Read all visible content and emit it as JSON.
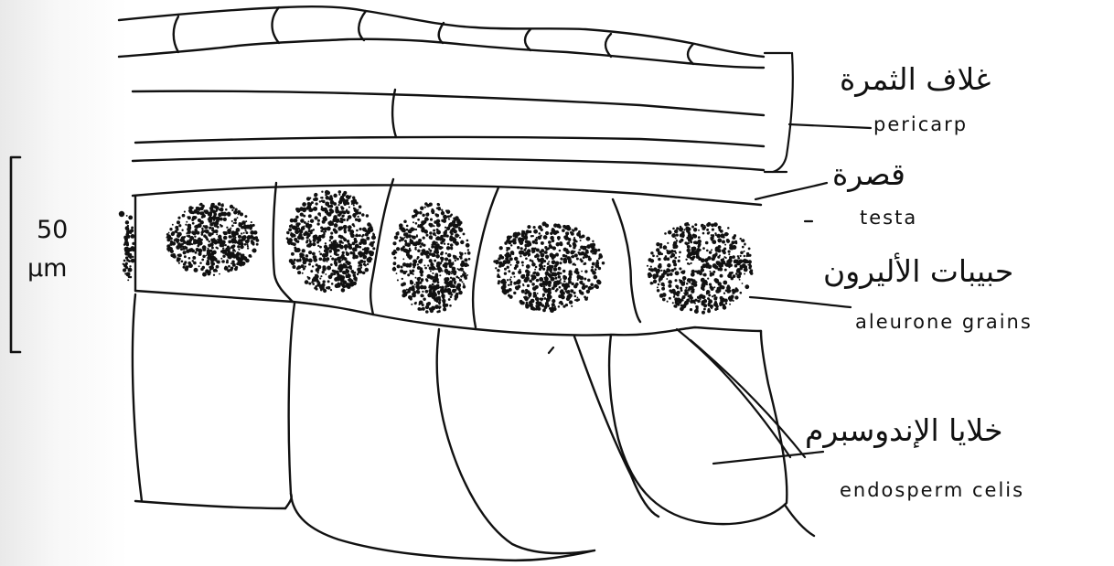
{
  "labels": {
    "pericarp_ar": "غلاف الثمرة",
    "pericarp_en": "pericarp",
    "testa_ar": "قصرة",
    "testa_en": "testa",
    "aleurone_ar": "حبيبات الأليرون",
    "aleurone_en": "aleurone grains",
    "endosperm_ar": "خلايا الإندوسبرم",
    "endosperm_en": "endosperm celis"
  },
  "scale_bar": {
    "value": "50",
    "unit": "µm"
  },
  "colors": {
    "ink": "#111111",
    "paper": "#ffffff"
  }
}
